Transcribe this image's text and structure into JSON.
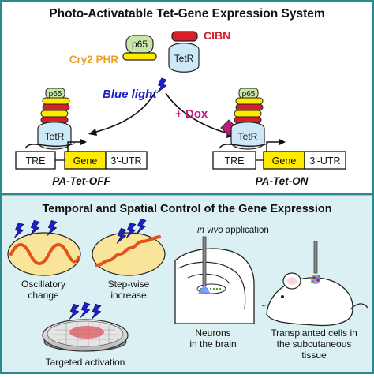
{
  "top_panel": {
    "title": "Photo-Activatable Tet-Gene Expression System",
    "cibn": "CIBN",
    "cry2": "Cry2 PHR",
    "p65": "p65",
    "tetr": "TetR",
    "blue_light": "Blue light",
    "dox": "+ Dox",
    "tre": "TRE",
    "gene": "Gene",
    "utr": "3'-UTR",
    "off_label": "PA-Tet-OFF",
    "on_label": "PA-Tet-ON"
  },
  "bottom_panel": {
    "title": "Temporal and Spatial Control of the Gene Expression",
    "oscillatory": [
      "Oscillatory",
      "change"
    ],
    "stepwise": [
      "Step-wise",
      "increase"
    ],
    "targeted": "Targeted activation",
    "in_vivo_italic": "in vivo",
    "in_vivo_rest": " application",
    "neurons": [
      "Neurons",
      "in the brain"
    ],
    "transplanted": [
      "Transplanted cells in",
      "the subcutaneous",
      "tissue"
    ]
  },
  "colors": {
    "frame": "#2a8a8f",
    "top_bg": "#ffffff",
    "bottom_bg": "#daf0f3",
    "cibn_red": "#d61f26",
    "cry2_orange": "#f0a020",
    "blue_light": "#1d20c8",
    "dox_magenta": "#c2197c",
    "p65_green": "#c8e6a8",
    "tetr_blue": "#cde9f7",
    "gene_yellow": "#ffeb00",
    "ellipse_yellow": "#f9e59a",
    "wave_orange": "#e0531b"
  }
}
